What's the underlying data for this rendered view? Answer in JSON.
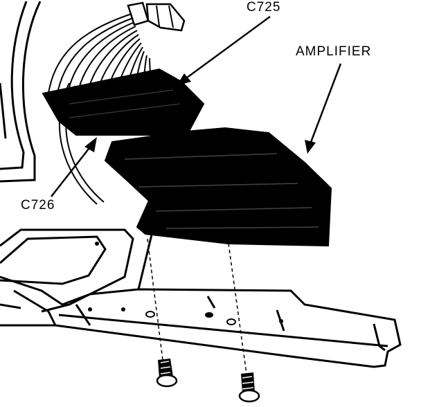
{
  "labels": {
    "c725": "C725",
    "amplifier": "AMPLIFIER",
    "c726": "C726"
  },
  "colors": {
    "ink": "#000000",
    "paper": "#ffffff"
  }
}
